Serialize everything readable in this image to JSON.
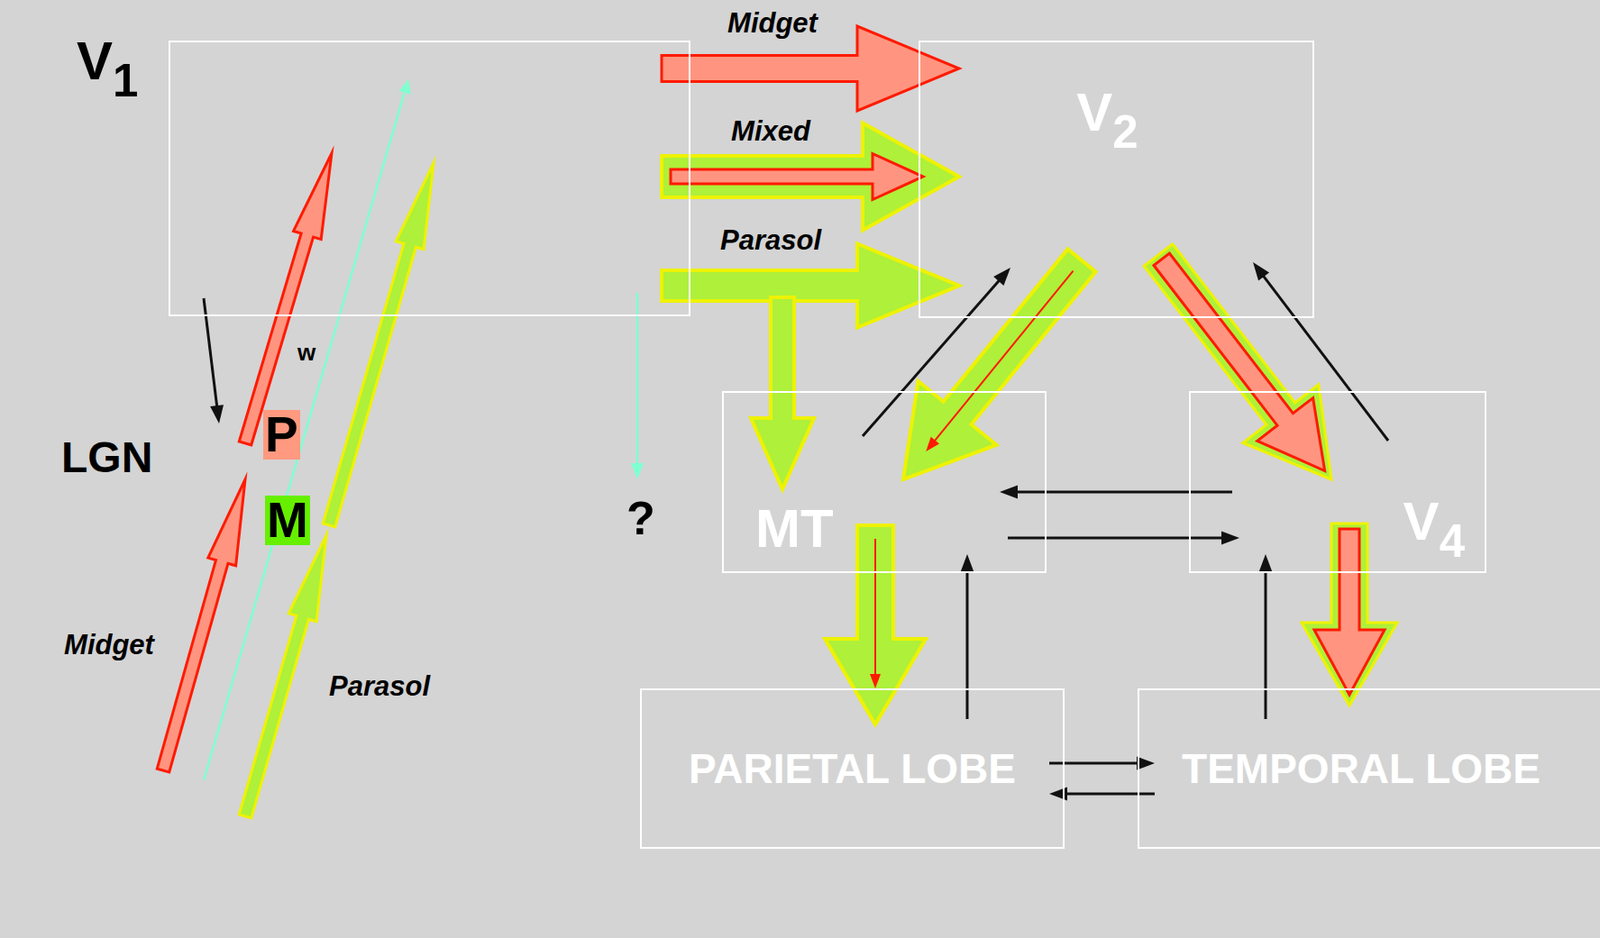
{
  "diagram": {
    "nodes": [
      {
        "text": [
          "V1"
        ]
      },
      {
        "text": [
          "LGN"
        ]
      },
      {
        "text": [
          "P"
        ],
        "in": 1
      },
      {
        "text": [
          "M"
        ],
        "in": 1
      },
      {
        "text": [
          "V2"
        ]
      },
      {
        "text": [
          "MT"
        ]
      },
      {
        "text": [
          "V4"
        ]
      },
      {
        "text": [
          "PARIETAL LOBE"
        ]
      },
      {
        "text": [
          "TEMPORAL LOBE"
        ]
      }
    ],
    "edges": [
      {
        "from": 0,
        "to": 4,
        "arrow": "to",
        "label": "Midget"
      },
      {
        "from": 0,
        "to": 4,
        "arrow": "to",
        "label": "Mixed"
      },
      {
        "from": 0,
        "to": 4,
        "arrow": "to",
        "label": "Parasol"
      },
      {
        "from": 0,
        "to": 5,
        "arrow": "to"
      },
      {
        "from": 0,
        "to": 1,
        "arrow": "to"
      },
      {
        "from": 2,
        "to": 0,
        "arrow": "to"
      },
      {
        "from": 3,
        "to": 0,
        "arrow": "to"
      },
      {
        "from": 4,
        "to": 5,
        "arrow": "to"
      },
      {
        "from": 5,
        "to": 4,
        "arrow": "to"
      },
      {
        "from": 4,
        "to": 6,
        "arrow": "to"
      },
      {
        "from": 6,
        "to": 4,
        "arrow": "to"
      },
      {
        "from": 6,
        "to": 5,
        "arrow": "to"
      },
      {
        "from": 5,
        "to": 6,
        "arrow": "to"
      },
      {
        "from": 5,
        "to": 7,
        "arrow": "to"
      },
      {
        "from": 7,
        "to": 5,
        "arrow": "to"
      },
      {
        "from": 6,
        "to": 8,
        "arrow": "to"
      },
      {
        "from": 8,
        "to": 6,
        "arrow": "to"
      },
      {
        "from": 7,
        "to": 8,
        "arrow": "to"
      },
      {
        "from": 8,
        "to": 7,
        "arrow": "to"
      }
    ],
    "labels": [
      "w",
      "?",
      "Midget",
      "Parasol"
    ]
  }
}
